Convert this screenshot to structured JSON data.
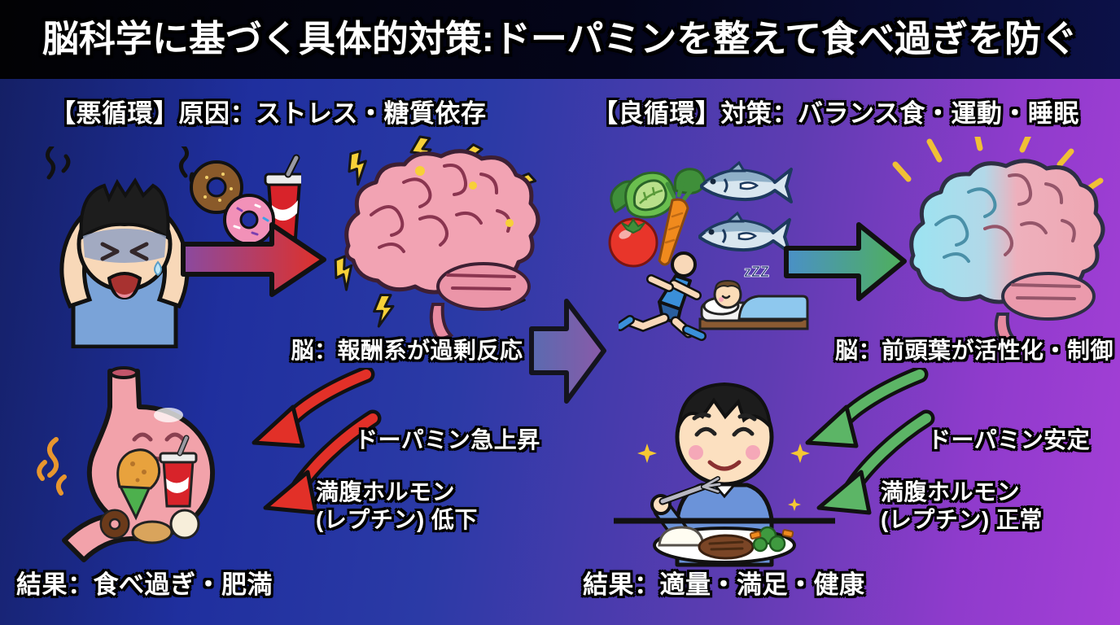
{
  "title": "脳科学に基づく具体的対策:ドーパミンを整えて食べ過ぎを防ぐ",
  "left": {
    "heading": "【悪循環】原因：ストレス・糖質依存",
    "brain_label": "脳：報酬系が過剰反応",
    "dopamine_label": "ドーパミン急上昇",
    "leptin_line1": "満腹ホルモン",
    "leptin_line2": "(レプチン) 低下",
    "result": "結果：食べ過ぎ・肥満"
  },
  "right": {
    "heading": "【良循環】対策：バランス食・運動・睡眠",
    "brain_label": "脳：前頭葉が活性化・制御",
    "dopamine_label": "ドーパミン安定",
    "leptin_line1": "満腹ホルモン",
    "leptin_line2": "(レプチン) 正常",
    "result": "結果：適量・満足・健康",
    "sleep_text": "zZZ"
  },
  "icons": {
    "left": [
      "stressed-person-icon",
      "donuts-soda-icon",
      "red-arrow-icon",
      "overstimulated-brain-icon",
      "red-curved-arrows-icon",
      "junk-food-stomach-icon"
    ],
    "center": [
      "transition-arrow-icon"
    ],
    "right": [
      "vegetables-icon",
      "fish-pair-icon",
      "runner-icon",
      "sleeping-person-icon",
      "green-arrow-icon",
      "calm-brain-icon",
      "green-curved-arrows-icon",
      "happy-eating-person-icon"
    ]
  },
  "colors": {
    "bg_left": "#1f2f9e",
    "bg_right": "#a43fd6",
    "title_bg": "#020204",
    "text": "#ffffff",
    "text_outline": "#000000",
    "bad_accent": "#e03028",
    "good_accent": "#56b562",
    "brain_pink": "#f2a3b3",
    "brain_calm_cyan": "#9be4f2",
    "lightning_yellow": "#f7d038"
  }
}
